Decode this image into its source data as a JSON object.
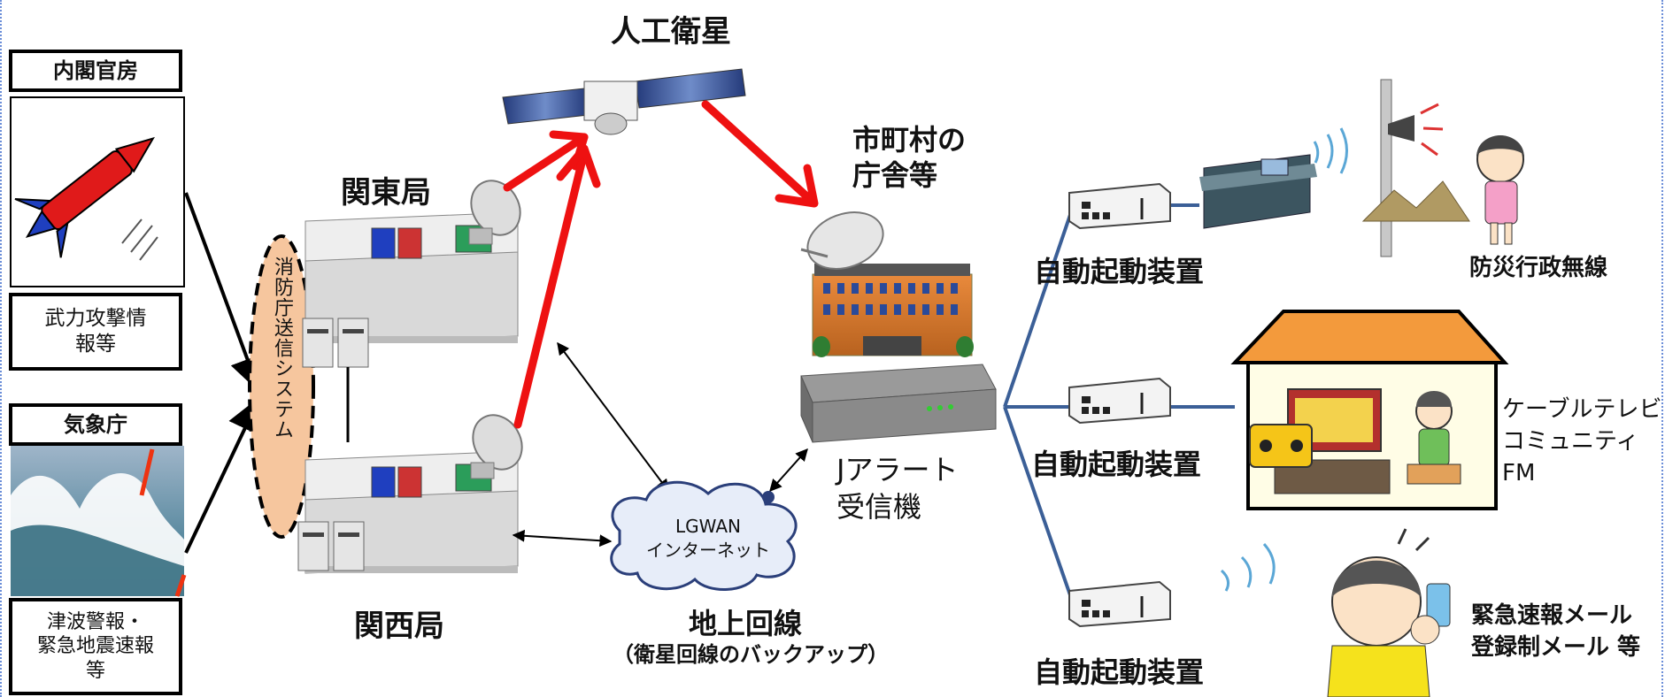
{
  "sources": {
    "cabinet": {
      "name": "内閣官房",
      "info": "武力攻撃情\n報等"
    },
    "jma": {
      "name": "気象庁",
      "info": "津波警報・\n緊急地震速報\n等"
    }
  },
  "fdma_system": "消防庁送信システム",
  "stations": {
    "kanto": "関東局",
    "kansai": "関西局"
  },
  "satellite": "人工衛星",
  "municipality": "市町村の\n庁舎等",
  "receiver": "Jアラート\n受信機",
  "cloud": "LGWAN\nインターネット",
  "ground_line": {
    "title": "地上回線",
    "sub": "（衛星回線のバックアップ）"
  },
  "auto_start_device": [
    "自動起動装置",
    "自動起動装置",
    "自動起動装置"
  ],
  "outputs": {
    "radio": "防災行政無線",
    "cable": "ケーブルテレビ\nコミュニティFM",
    "mail": "緊急速報メール\n登録制メール 等"
  },
  "colors": {
    "uplink_arrow": "#ee1111",
    "trunk_line": "#3b5f97",
    "ellipse_fill": "#f6c69e",
    "house_roof": "#f39a3c"
  }
}
